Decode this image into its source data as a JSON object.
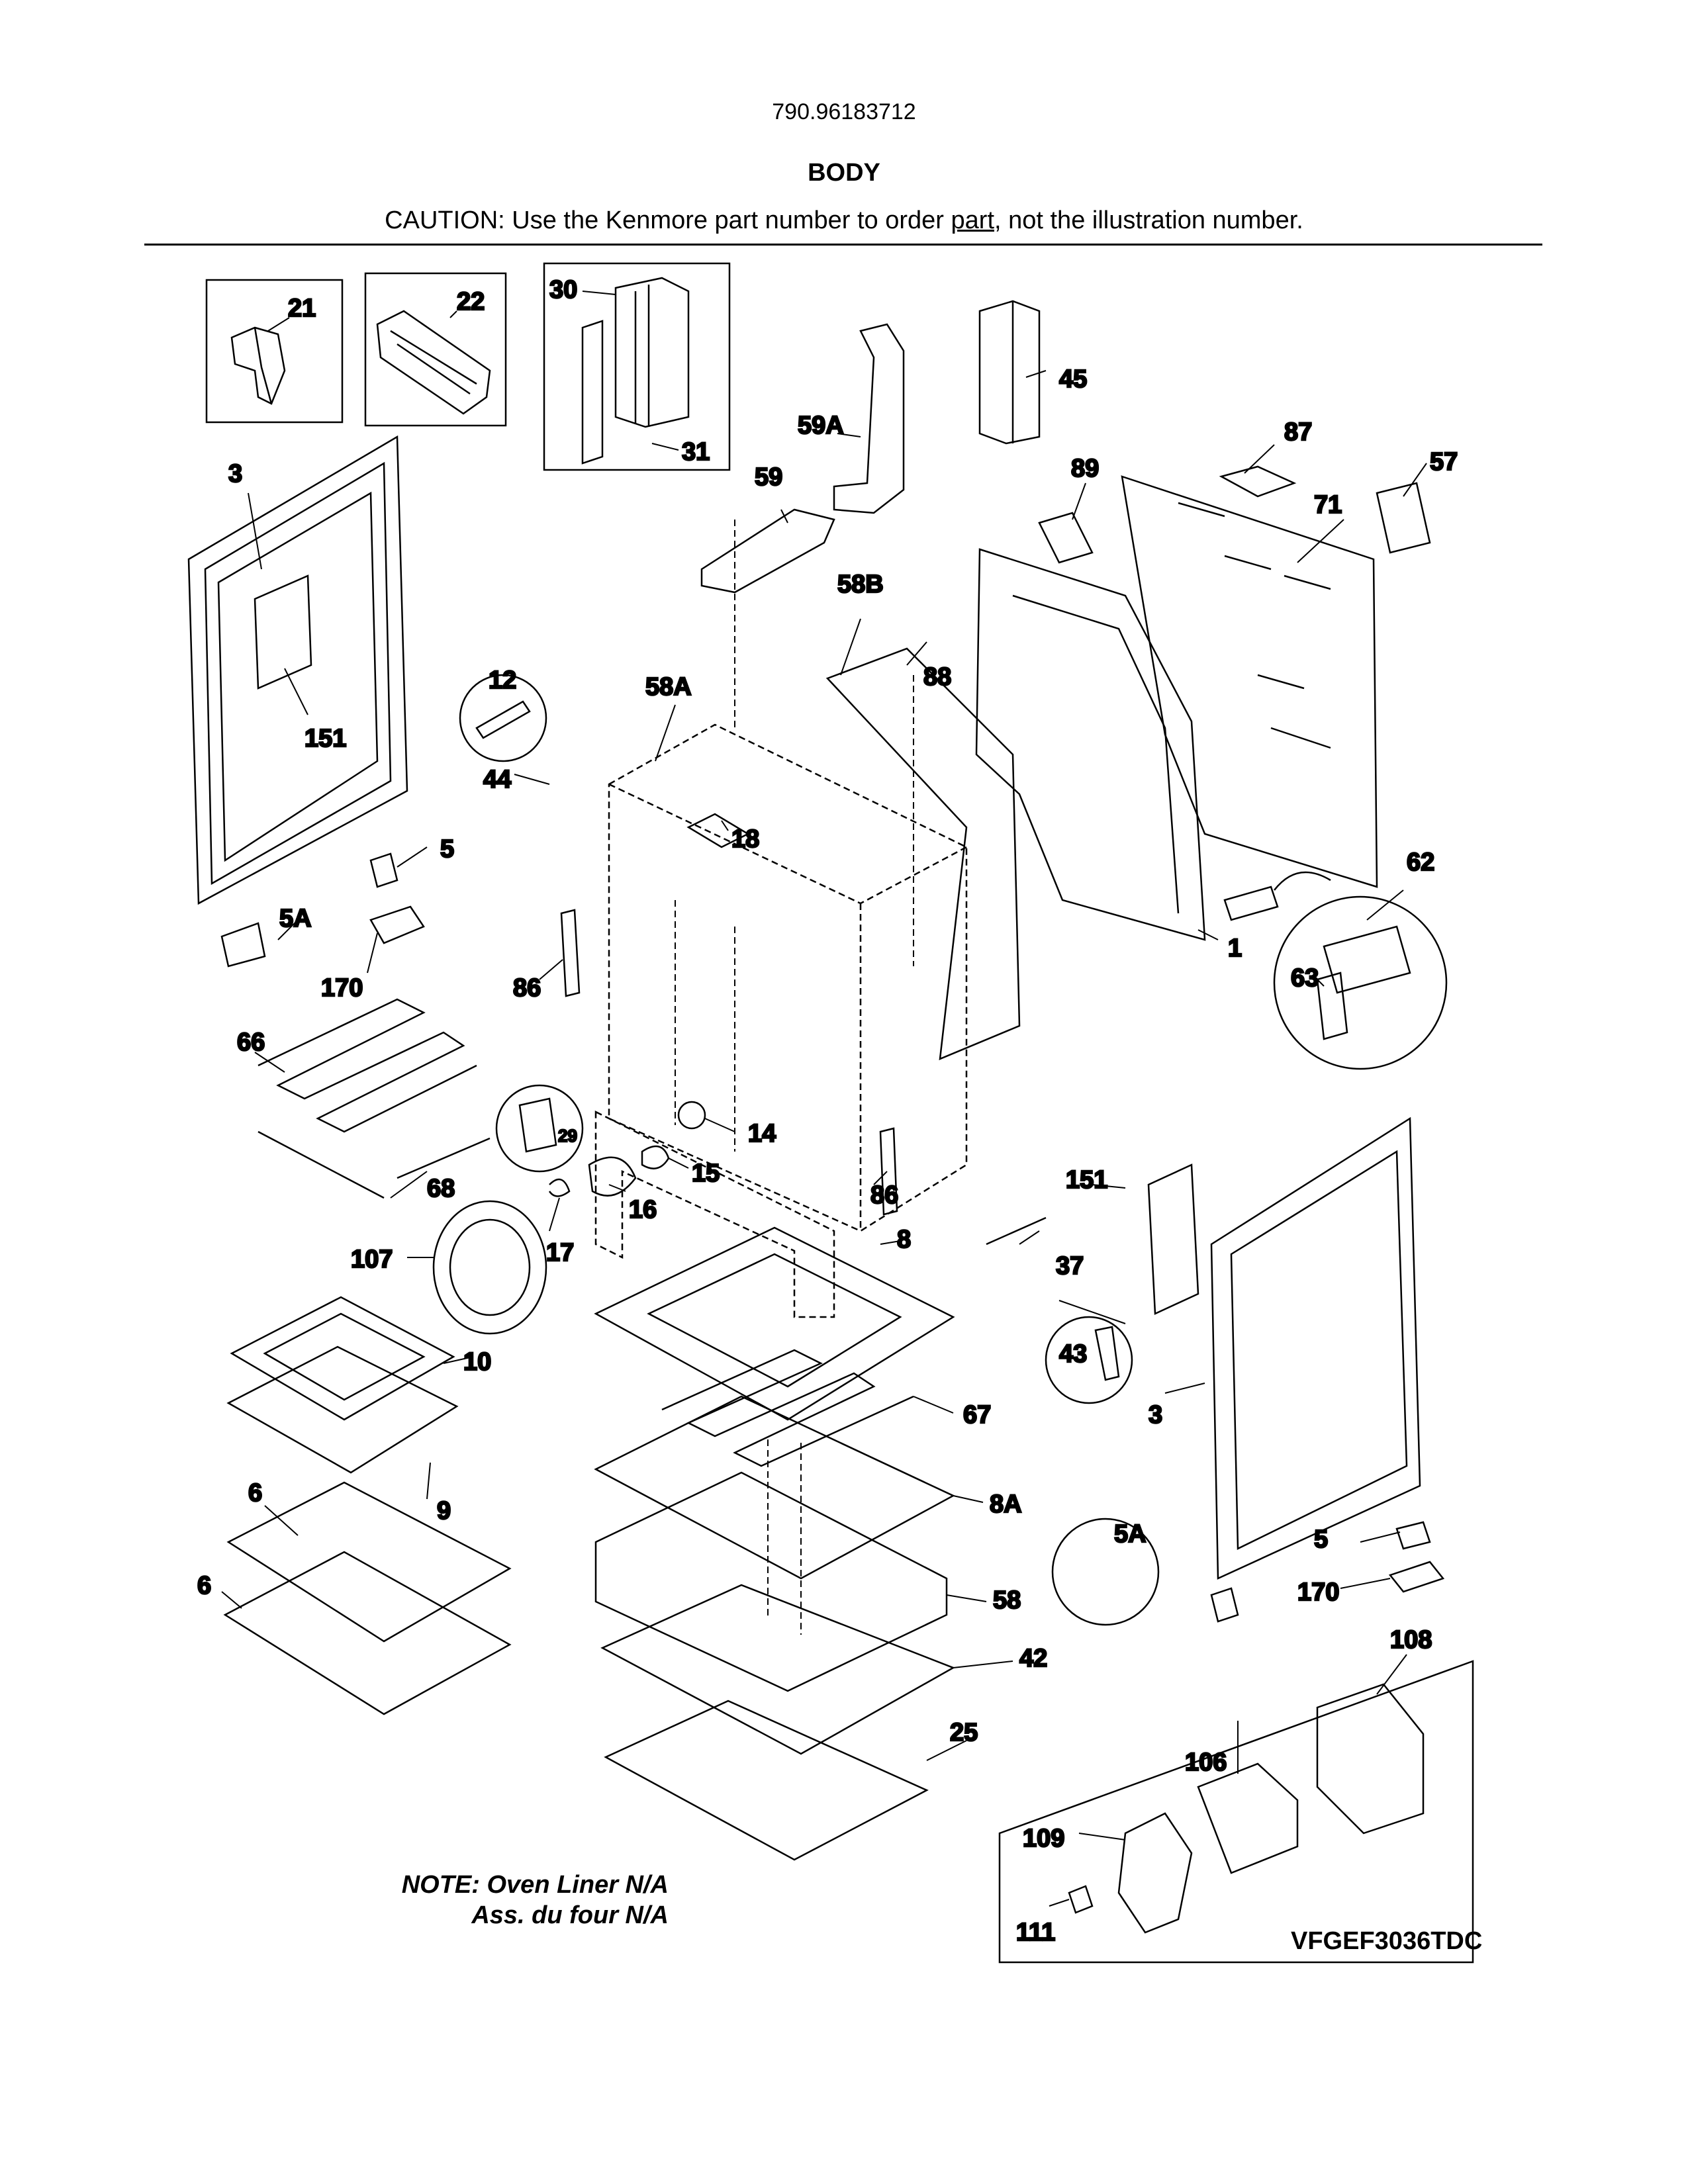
{
  "header": {
    "model": "790.96183712",
    "title": "BODY",
    "caution_pre": "CAUTION: Use the Kenmore part number to order ",
    "caution_link": "part",
    "caution_post": ", not the illustration number."
  },
  "note": {
    "line1": "NOTE: Oven Liner N/A",
    "line2": "Ass. du four N/A"
  },
  "diagram_code": "VFGEF3036TDC",
  "callouts": [
    "21",
    "22",
    "30",
    "31",
    "45",
    "59A",
    "59",
    "3",
    "151",
    "87",
    "57",
    "89",
    "71",
    "58B",
    "88",
    "12",
    "58A",
    "44",
    "18",
    "5",
    "5A",
    "170",
    "86",
    "62",
    "1",
    "63",
    "66",
    "29",
    "14",
    "15",
    "68",
    "16",
    "86",
    "17",
    "107",
    "151",
    "37",
    "8",
    "43",
    "10",
    "67",
    "3",
    "9",
    "6",
    "8A",
    "6",
    "5A",
    "5",
    "58",
    "170",
    "108",
    "42",
    "25",
    "106",
    "109",
    "111"
  ]
}
